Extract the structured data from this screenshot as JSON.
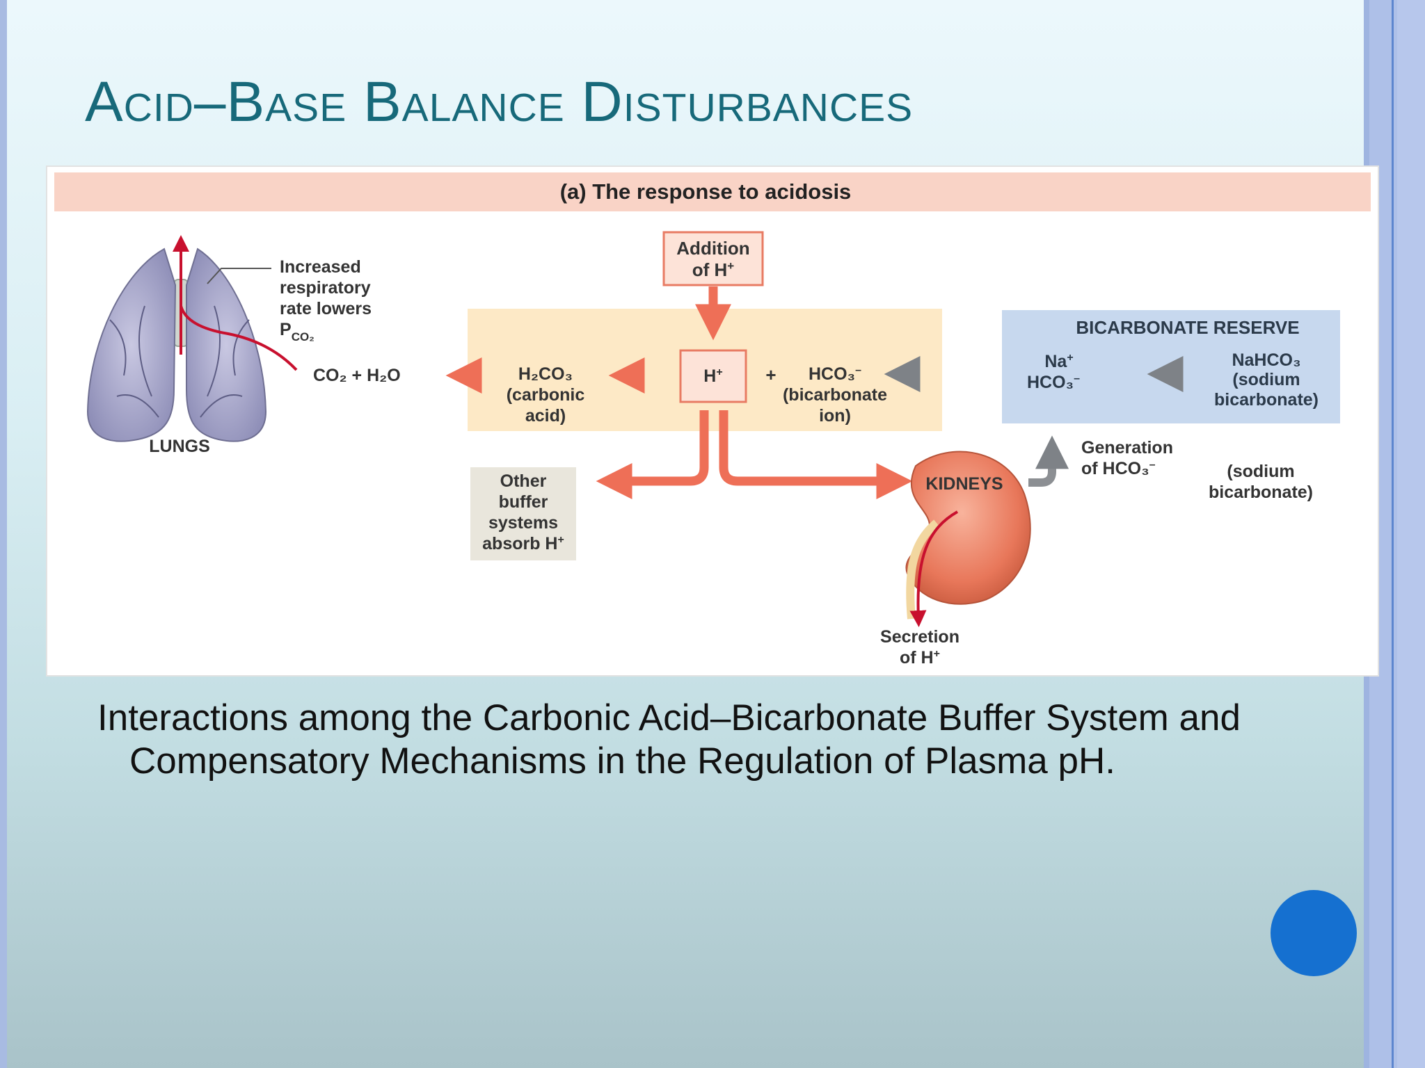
{
  "slide": {
    "title": "Acid–Base Balance Disturbances",
    "caption": "Interactions among the Carbonic Acid–Bicarbonate Buffer System and Compensatory Mechanisms in the Regulation of Plasma pH."
  },
  "diagram": {
    "banner": "(a) The response to acidosis",
    "addition_line1": "Addition",
    "addition_line2": "of H",
    "h_plus": "H",
    "plus_sign": "+",
    "lungs_label": "LUNGS",
    "resp_line1": "Increased",
    "resp_line2": "respiratory",
    "resp_line3": "rate lowers",
    "resp_line4": "P",
    "resp_sub": "CO₂",
    "co2_h2o": "CO₂ + H₂O",
    "h2co3": "H₂CO₃",
    "carbonic_line1": "(carbonic",
    "carbonic_line2": "acid)",
    "hco3": "HCO₃",
    "bicarb_ion_line1": "(bicarbonate",
    "bicarb_ion_line2": "ion)",
    "reserve_title": "BICARBONATE RESERVE",
    "na_plus": "Na",
    "reserve_hco3": "HCO₃",
    "nahco3": "NaHCO₃",
    "sodium_line1": "(sodium",
    "sodium_line2": "bicarbonate)",
    "other_line1": "Other",
    "other_line2": "buffer",
    "other_line3": "systems",
    "other_line4": "absorb H",
    "kidneys": "KIDNEYS",
    "generation_line1": "Generation",
    "generation_line2": "of HCO₃",
    "sodium2_line1": "(sodium",
    "sodium2_line2": "bicarbonate)",
    "secretion_line1": "Secretion",
    "secretion_line2": "of H"
  },
  "colors": {
    "title": "#17697a",
    "banner_bg": "#f9d3c6",
    "arrow_red": "#ee6f57",
    "arrow_gray": "#8c8f93",
    "yellow_box": "#fde9c6",
    "reserve_box": "#c7d8ee",
    "nav_dot": "#1570d0"
  }
}
